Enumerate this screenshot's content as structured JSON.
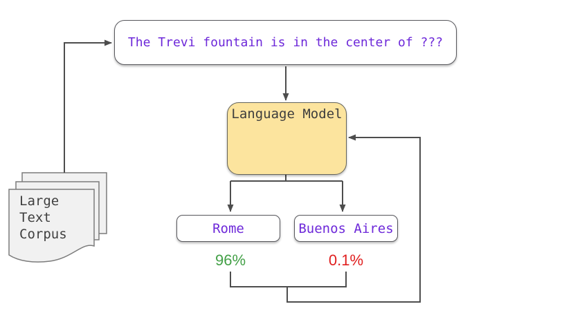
{
  "diagram": {
    "prompt": {
      "text": "The Trevi fountain is in the center of ???"
    },
    "model": {
      "title": "Language Model",
      "icon": "neural-network"
    },
    "answers": [
      {
        "label": "Rome",
        "probability": "96%",
        "probability_color": "#43a047"
      },
      {
        "label": "Buenos Aires",
        "probability": "0.1%",
        "probability_color": "#e01e1e"
      }
    ],
    "corpus": {
      "label": "Large\nText\nCorpus"
    },
    "colors": {
      "prompt_text": "#6d28d9",
      "answer_text": "#6d28d9",
      "model_fill": "#fce49e",
      "model_title_text": "#3d3d3d",
      "corpus_text": "#3f3f3f",
      "corpus_page_fill": "#f1f1f1",
      "line": "#4d4d4d",
      "box_border": "#57575c",
      "nn_edge": "#a3904f",
      "nn_input_fill": "#cdeccd",
      "nn_hidden_fill": "#c3ddf2",
      "nn_output_fill": "#f5e6a3"
    }
  }
}
